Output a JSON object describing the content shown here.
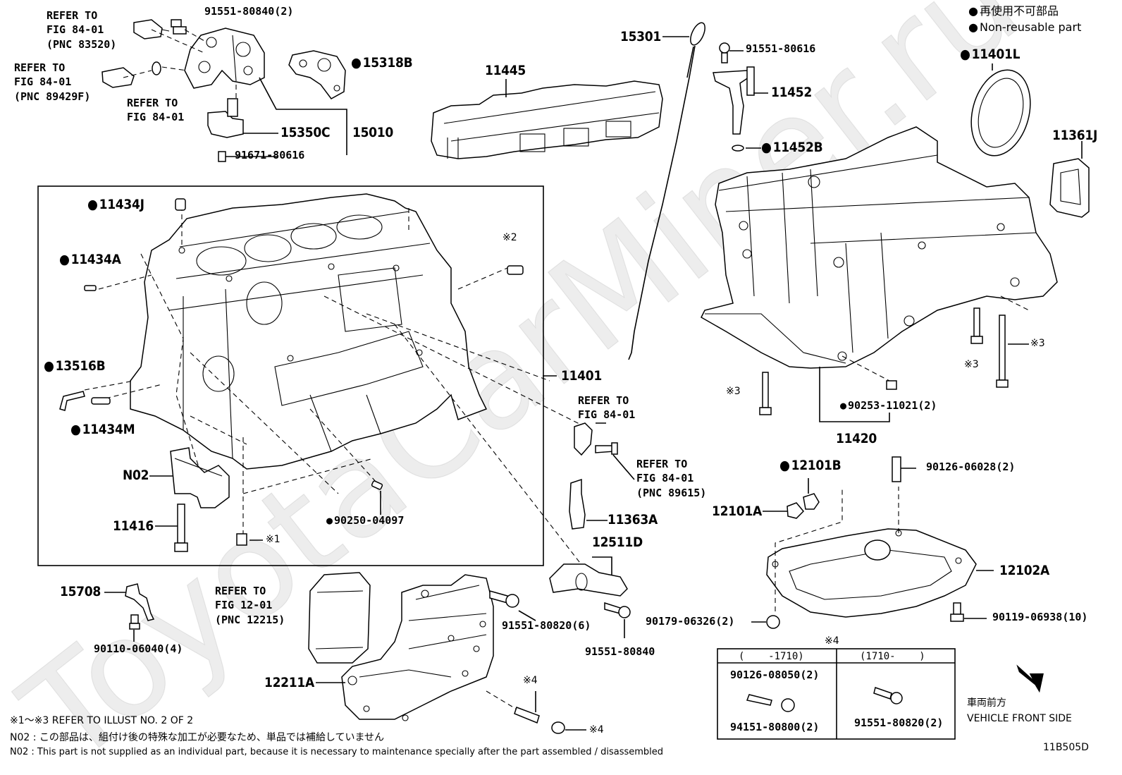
{
  "legend": {
    "jp": "再使用不可部品",
    "en": "Non-reusable part"
  },
  "refs": {
    "r1": "REFER TO\nFIG 84-01\n(PNC 83520)",
    "r2": "REFER TO\nFIG 84-01\n(PNC 89429F)",
    "r3": "REFER TO\nFIG 84-01",
    "r4": "REFER TO\nFIG 84-01",
    "r5": "REFER TO\nFIG 84-01\n(PNC 89615)",
    "r6": "REFER TO\nFIG 12-01\n(PNC 12215)"
  },
  "parts": {
    "p91551_80840_2": "91551-80840(2)",
    "p15318B": "15318B",
    "p15350C": "15350C",
    "p15010": "15010",
    "p91671_80616": "91671-80616",
    "p11445": "11445",
    "p15301": "15301",
    "p91551_80616": "91551-80616",
    "p11452": "11452",
    "p11452B": "11452B",
    "p11401L": "11401L",
    "p11361J": "11361J",
    "p11434J": "11434J",
    "p11434A": "11434A",
    "mark2": "※2",
    "p13516B": "13516B",
    "p11434M": "11434M",
    "p11401": "11401",
    "N02": "N02",
    "p11416": "11416",
    "p90250_04097": "90250-04097",
    "mark1": "※1",
    "p11363A": "11363A",
    "p12511D": "12511D",
    "mark3a": "※3",
    "mark3b": "※3",
    "mark3c": "※3",
    "p90253_11021_2": "90253-11021(2)",
    "p11420": "11420",
    "p12101B": "12101B",
    "p12101A": "12101A",
    "p90126_06028_2": "90126-06028(2)",
    "p12102A": "12102A",
    "p90119_06938_10": "90119-06938(10)",
    "p90179_06326_2": "90179-06326(2)",
    "p15708": "15708",
    "p90110_06040_4": "90110-06040(4)",
    "p91551_80820_6": "91551-80820(6)",
    "p91551_80840": "91551-80840",
    "p12211A": "12211A",
    "mark4a": "※4",
    "mark4b": "※4",
    "mark4c": "※4"
  },
  "table": {
    "col1": "(    -1710)",
    "col2": "(1710-    )",
    "c1p1": "90126-08050(2)",
    "c1p2": "94151-80800(2)",
    "c2p1": "91551-80820(2)"
  },
  "direction": {
    "jp": "車両前方",
    "en": "VEHICLE FRONT SIDE"
  },
  "notes": {
    "n1": "※1～※3 REFER TO ILLUST NO. 2 OF 2",
    "n2": "N02 : この部品は、組付け後の特殊な加工が必要なため、単品では補給していません",
    "n3": "N02 : This part is not supplied as an individual part, because it is necessary to maintenance specially after the part assembled / disassembled"
  },
  "diagram_id": "11B505D",
  "watermark": "ToyotaCarMiner.ru"
}
